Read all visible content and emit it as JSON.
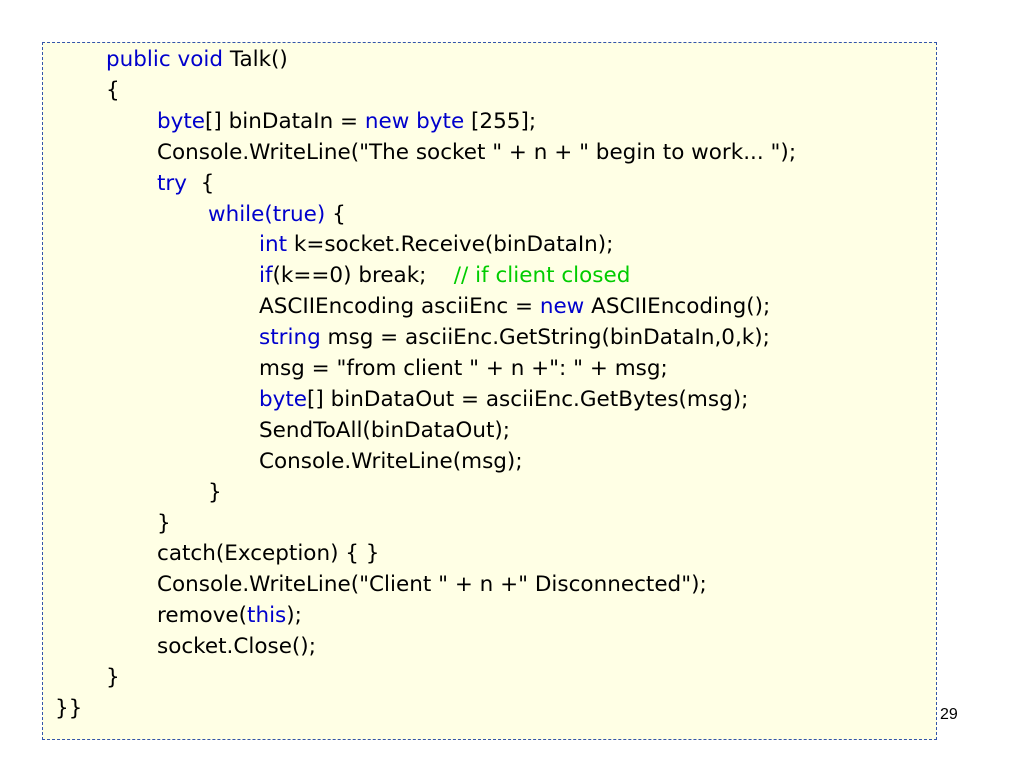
{
  "colors": {
    "background": "#ffffe5",
    "border": "#3355aa",
    "plain": "#000000",
    "keyword": "#0000cc",
    "comment": "#00cc00"
  },
  "code_lines": [
    {
      "indent": 1,
      "tokens": [
        [
          "public void",
          "keyword"
        ],
        [
          " Talk()",
          "plain"
        ]
      ]
    },
    {
      "indent": 1,
      "tokens": [
        [
          "{",
          "plain"
        ]
      ]
    },
    {
      "indent": 2,
      "tokens": [
        [
          "byte",
          "keyword"
        ],
        [
          "[] binDataIn = ",
          "plain"
        ],
        [
          "new byte",
          "keyword"
        ],
        [
          " [255];",
          "plain"
        ]
      ]
    },
    {
      "indent": 2,
      "tokens": [
        [
          "Console.WriteLine(\"The socket \" + n + \" begin to work... \");",
          "plain"
        ]
      ]
    },
    {
      "indent": 2,
      "tokens": [
        [
          "try",
          "keyword"
        ],
        [
          "  {",
          "plain"
        ]
      ]
    },
    {
      "indent": 3,
      "tokens": [
        [
          "while(true)",
          "keyword"
        ],
        [
          " {",
          "plain"
        ]
      ]
    },
    {
      "indent": 4,
      "tokens": [
        [
          "int",
          "keyword"
        ],
        [
          " k=socket.Receive(binDataIn);",
          "plain"
        ]
      ]
    },
    {
      "indent": 4,
      "tokens": [
        [
          "if",
          "keyword"
        ],
        [
          "(k==0) break;",
          "plain"
        ],
        [
          "    // if client closed",
          "comment"
        ]
      ]
    },
    {
      "indent": 4,
      "tokens": [
        [
          "ASCIIEncoding asciiEnc = ",
          "plain"
        ],
        [
          "new",
          "keyword"
        ],
        [
          " ASCIIEncoding();",
          "plain"
        ]
      ]
    },
    {
      "indent": 4,
      "tokens": [
        [
          "string",
          "keyword"
        ],
        [
          " msg = asciiEnc.GetString(binDataIn,0,k);",
          "plain"
        ]
      ]
    },
    {
      "indent": 4,
      "tokens": [
        [
          "msg = \"from client \" + n +\": \" + msg;",
          "plain"
        ]
      ]
    },
    {
      "indent": 4,
      "tokens": [
        [
          "byte",
          "keyword"
        ],
        [
          "[] binDataOut = asciiEnc.GetBytes(msg);",
          "plain"
        ]
      ]
    },
    {
      "indent": 4,
      "tokens": [
        [
          "SendToAll(binDataOut);",
          "plain"
        ]
      ]
    },
    {
      "indent": 4,
      "tokens": [
        [
          "Console.WriteLine(msg);",
          "plain"
        ]
      ]
    },
    {
      "indent": 3,
      "tokens": [
        [
          "}",
          "plain"
        ]
      ]
    },
    {
      "indent": 2,
      "tokens": [
        [
          "}",
          "plain"
        ]
      ]
    },
    {
      "indent": 2,
      "tokens": [
        [
          "catch(Exception) { }",
          "plain"
        ]
      ]
    },
    {
      "indent": 2,
      "tokens": [
        [
          "Console.WriteLine(\"Client \" + n +\" Disconnected\");",
          "plain"
        ]
      ]
    },
    {
      "indent": 2,
      "tokens": [
        [
          "remove(",
          "plain"
        ],
        [
          "this",
          "keyword"
        ],
        [
          ");",
          "plain"
        ]
      ]
    },
    {
      "indent": 2,
      "tokens": [
        [
          "socket.Close();",
          "plain"
        ]
      ]
    },
    {
      "indent": 1,
      "tokens": [
        [
          "}",
          "plain"
        ]
      ]
    },
    {
      "indent": 0,
      "tokens": [
        [
          "}}",
          "plain"
        ]
      ]
    }
  ],
  "slide_number": "29"
}
